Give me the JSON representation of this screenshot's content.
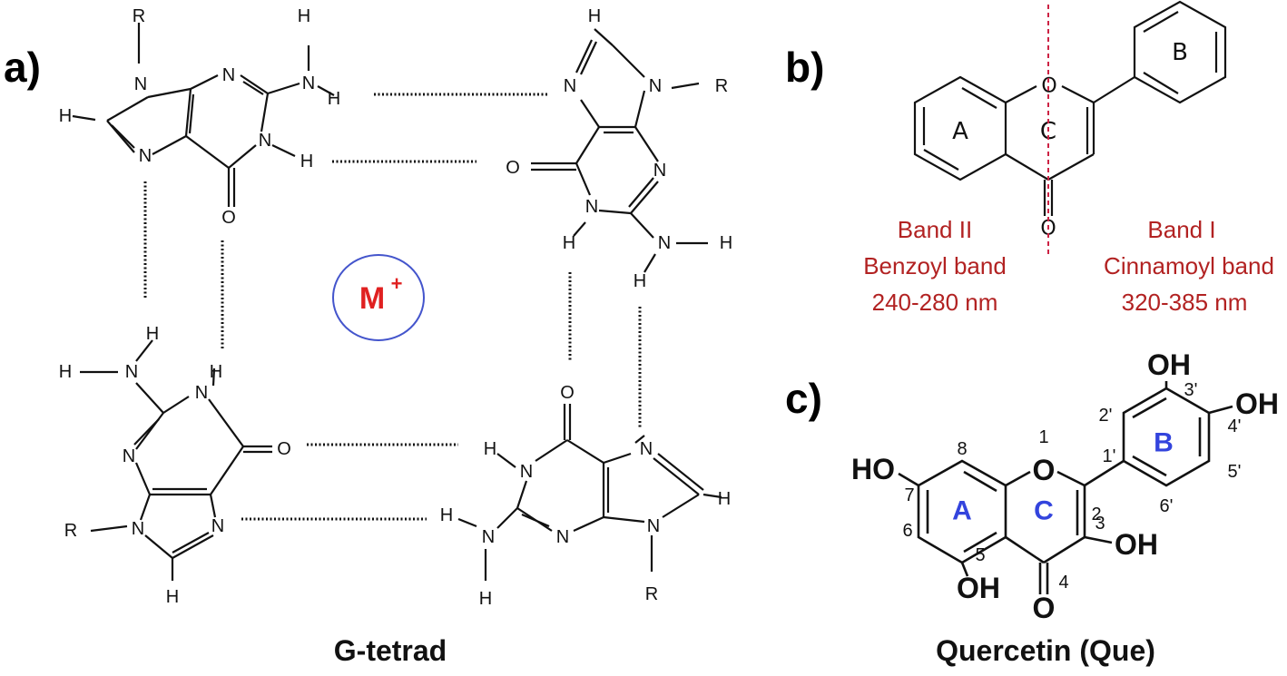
{
  "panels": {
    "a": {
      "label": "a)",
      "title": "G-tetrad",
      "ion": "M",
      "ion_charge": "+"
    },
    "b": {
      "label": "b)",
      "rings": [
        "A",
        "C",
        "B"
      ],
      "band_ii": [
        "Band II",
        "Benzoyl band",
        "240-280 nm"
      ],
      "band_i": [
        "Band I",
        "Cinnamoyl band",
        "320-385 nm"
      ]
    },
    "c": {
      "label": "c)",
      "title": "Quercetin (Que)",
      "rings": [
        "A",
        "C",
        "B"
      ],
      "substituents": [
        "OH",
        "OH",
        "HO",
        "OH",
        "OH"
      ],
      "positions": [
        "1",
        "2",
        "3",
        "4",
        "5",
        "6",
        "7",
        "8",
        "1'",
        "2'",
        "3'",
        "4'",
        "5'",
        "6'"
      ]
    }
  },
  "colors": {
    "ion_circle": "#4455cc",
    "ion_text": "#e02020",
    "band_text": "#b22222",
    "ring_label": "#3344dd",
    "dashed_line": "#cc2244"
  }
}
